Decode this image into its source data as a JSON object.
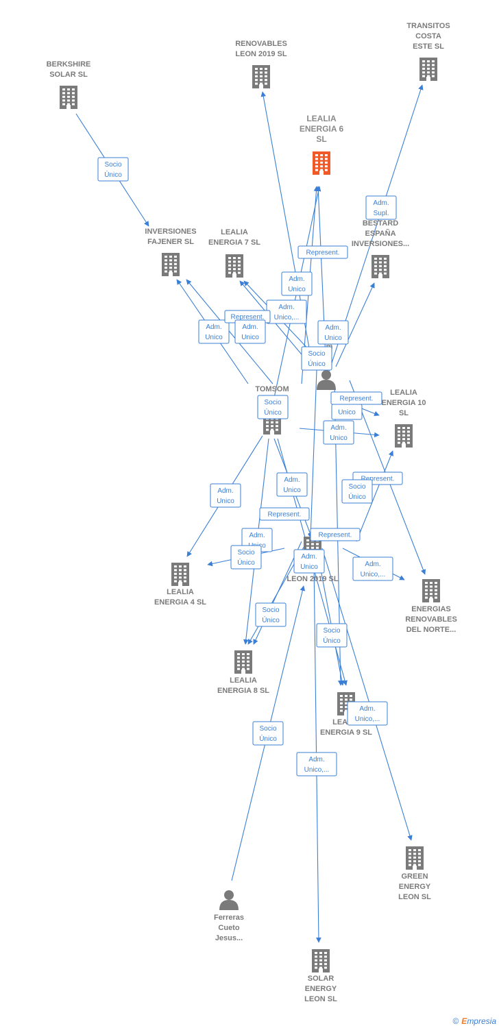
{
  "colors": {
    "edge": "#3a7fd5",
    "company": "#7a7a7a",
    "main_company": "#f05a28",
    "person": "#7a7a7a",
    "footer_brand": "#f07a28"
  },
  "nodes": [
    {
      "id": "lealia6",
      "kind": "company",
      "main": true,
      "lines": [
        "LEALIA",
        "ENERGIA 6",
        "SL"
      ]
    },
    {
      "id": "berkshire",
      "kind": "company",
      "lines": [
        "BERKSHIRE",
        "SOLAR  SL"
      ]
    },
    {
      "id": "renovables2019",
      "kind": "company",
      "lines": [
        "RENOVABLES",
        "LEON 2019  SL"
      ]
    },
    {
      "id": "transitos",
      "kind": "company",
      "lines": [
        "TRANSITOS",
        "COSTA",
        "ESTE SL"
      ]
    },
    {
      "id": "fajener",
      "kind": "company",
      "lines": [
        "INVERSIONES",
        "FAJENER  SL"
      ]
    },
    {
      "id": "lealia7",
      "kind": "company",
      "lines": [
        "LEALIA",
        "ENERGIA 7  SL"
      ]
    },
    {
      "id": "bestard",
      "kind": "company",
      "lines": [
        "BESTARD",
        "ESPAÑA",
        "INVERSIONES..."
      ]
    },
    {
      "id": "g_person",
      "kind": "person",
      "lines": [
        "G...",
        "...m",
        "..."
      ]
    },
    {
      "id": "tomsom",
      "kind": "company",
      "lines": [
        "TOMSOM",
        "EL...  SL"
      ]
    },
    {
      "id": "lealia10",
      "kind": "company",
      "lines": [
        "LEALIA",
        "ENERGIA 10",
        "SL"
      ]
    },
    {
      "id": "energias2019",
      "kind": "company",
      "lines": [
        "E...AS",
        "LEON 2019  SL"
      ]
    },
    {
      "id": "lealia4",
      "kind": "company",
      "lines": [
        "LEALIA",
        "ENERGIA 4  SL"
      ]
    },
    {
      "id": "energias_norte",
      "kind": "company",
      "lines": [
        "ENERGIAS",
        "RENOVABLES",
        "DEL NORTE..."
      ]
    },
    {
      "id": "lealia8",
      "kind": "company",
      "lines": [
        "LEALIA",
        "ENERGIA 8  SL"
      ]
    },
    {
      "id": "lealia9",
      "kind": "company",
      "lines": [
        "LEALIA",
        "ENERGIA 9  SL"
      ]
    },
    {
      "id": "green",
      "kind": "company",
      "lines": [
        "GREEN",
        "ENERGY",
        "LEON  SL"
      ]
    },
    {
      "id": "ferreras",
      "kind": "person",
      "lines": [
        "Ferreras",
        "Cueto",
        "Jesus..."
      ]
    },
    {
      "id": "solar_leon",
      "kind": "company",
      "lines": [
        "SOLAR",
        "ENERGY",
        "LEON  SL"
      ]
    }
  ],
  "badges": [
    {
      "lines": [
        "Socio",
        "Único"
      ]
    },
    {
      "lines": [
        "Adm.",
        "Supl."
      ]
    },
    {
      "lines": [
        "Represent."
      ]
    },
    {
      "lines": [
        "Adm.",
        "Unico"
      ]
    },
    {
      "lines": [
        "Adm.",
        "Unico,..."
      ]
    },
    {
      "lines": [
        "Adm.",
        "Unico"
      ]
    },
    {
      "lines": [
        "Represent."
      ]
    },
    {
      "lines": [
        "Adm.",
        "Unico"
      ]
    },
    {
      "lines": [
        "Adm.",
        "Unico"
      ]
    },
    {
      "lines": [
        "Socio",
        "Único"
      ]
    },
    {
      "lines": [
        "Socio",
        "Único"
      ]
    },
    {
      "lines": [
        "Represent."
      ]
    },
    {
      "lines": [
        "Unico"
      ]
    },
    {
      "lines": [
        "Adm.",
        "Unico"
      ]
    },
    {
      "lines": [
        "Adm.",
        "Unico"
      ]
    },
    {
      "lines": [
        "Represent."
      ]
    },
    {
      "lines": [
        "Socio",
        "Único"
      ]
    },
    {
      "lines": [
        "Adm.",
        "Unico"
      ]
    },
    {
      "lines": [
        "Represent."
      ]
    },
    {
      "lines": [
        "Represent."
      ]
    },
    {
      "lines": [
        "Adm.",
        "Unico"
      ]
    },
    {
      "lines": [
        "Socio",
        "Único"
      ]
    },
    {
      "lines": [
        "Adm.",
        "Unico"
      ]
    },
    {
      "lines": [
        "Adm.",
        "Unico,..."
      ]
    },
    {
      "lines": [
        "Socio",
        "Único"
      ]
    },
    {
      "lines": [
        "Socio",
        "Único"
      ]
    },
    {
      "lines": [
        "Adm.",
        "Unico,..."
      ]
    },
    {
      "lines": [
        "Socio",
        "Único"
      ]
    },
    {
      "lines": [
        "Adm.",
        "Unico,..."
      ]
    }
  ],
  "footer": {
    "copyright": "©",
    "brand_initial": "E",
    "brand_rest": "mpresia"
  }
}
